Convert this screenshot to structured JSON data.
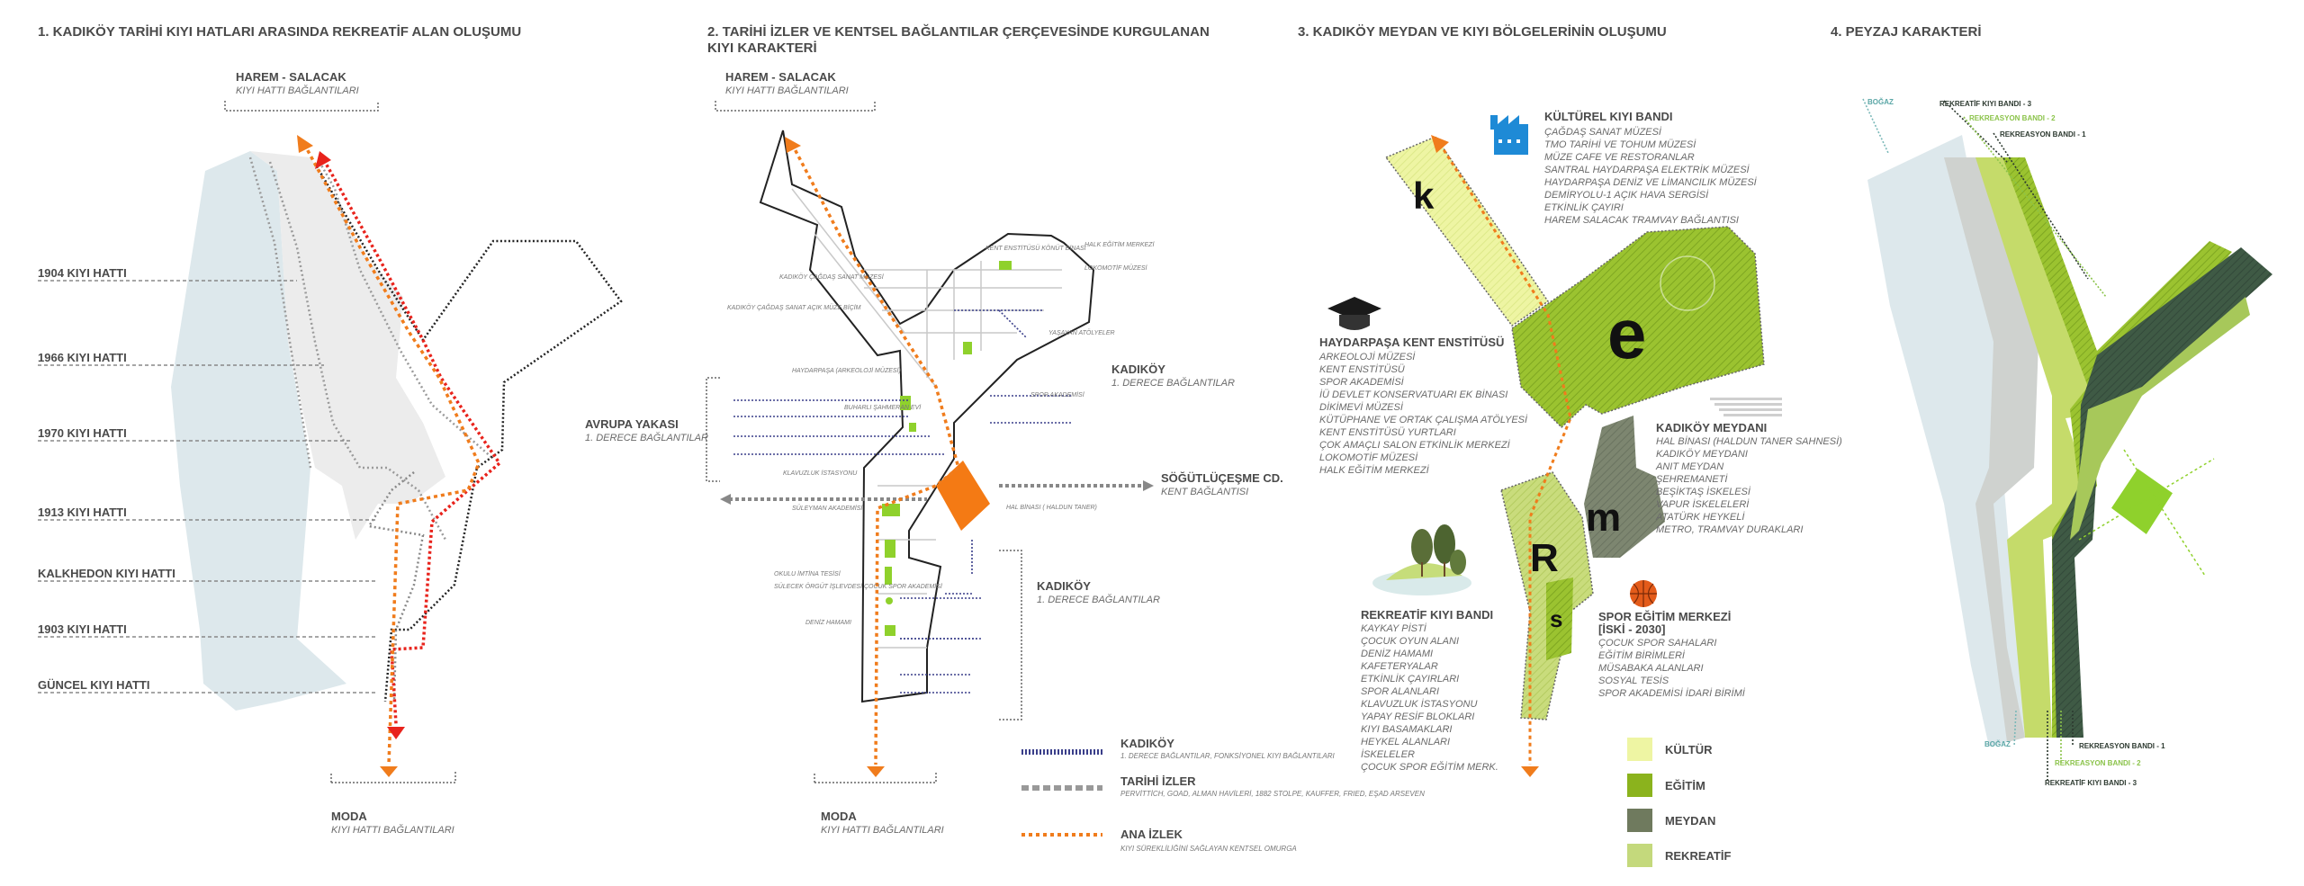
{
  "panels": {
    "p1": {
      "title": "1. KADIKÖY TARİHİ KIYI HATLARI ARASINDA REKREATİF ALAN OLUŞUMU",
      "top": {
        "name": "HAREM - SALACAK",
        "sub": "KIYI HATTI BAĞLANTILARI"
      },
      "bottom": {
        "name": "MODA",
        "sub": "KIYI HATTI BAĞLANTILARI"
      },
      "left": {
        "name": "AVRUPA YAKASI",
        "sub": "1. DERECE BAĞLANTILAR"
      },
      "lines": [
        "1904 KIYI HATTI",
        "1966 KIYI HATTI",
        "1970 KIYI HATTI",
        "1913 KIYI HATTI",
        "KALKHEDON KIYI HATTI",
        "1903 KIYI HATTI",
        "GÜNCEL KIYI HATTI"
      ]
    },
    "p2": {
      "title_line1": "2. TARİHİ İZLER  VE KENTSEL BAĞLANTILAR ÇERÇEVESİNDE KURGULANAN",
      "title_line2": "KIYI KARAKTERİ",
      "top": {
        "name": "HAREM - SALACAK",
        "sub": "KIYI HATTI BAĞLANTILARI"
      },
      "bottom": {
        "name": "MODA",
        "sub": "KIYI HATTI BAĞLANTILARI"
      },
      "kadikoy_top": {
        "name": "KADIKÖY",
        "sub": "1. DERECE BAĞLANTILAR"
      },
      "kadikoy_bottom": {
        "name": "KADIKÖY",
        "sub": "1. DERECE BAĞLANTILAR"
      },
      "sogutlucesme": {
        "name": "SÖĞÜTLÜÇEŞME CD.",
        "sub": "KENT BAĞLANTISI"
      },
      "tiny_labels": [
        "KENT ENSTİTÜSÜ KÖNÜT BİNASI",
        "HALK EĞİTİM MERKEZİ",
        "LOKOMOTİF MÜZESİ",
        "KADIKÖY ÇAĞDAŞ SANAT MÜZESİ",
        "KADIKÖY ÇAĞDAŞ SANAT AÇIK MÜZE BİÇİM",
        "YAŞAYAN ATÖLYELER",
        "HAYDARPAŞA (ARKEOLOJİ MÜZESİ)",
        "BUHARLI ŞAHMERAN EVİ",
        "SPOR AKADEMİSİ",
        "KLAVUZLUK İSTASYONU",
        "HAL BİNASI ( HALDUN TANER)",
        "SÜLEYMAN AKADEMİSİ",
        "OKULU İMTİNA TESİSİ",
        "SÜLECEK ÖRGÜT İŞLEVDESİ ÇOCUK SPOR AKADEMİSİ",
        "DENİZ HAMAMI"
      ],
      "legend": [
        {
          "name": "KADIKÖY",
          "sub": "1. DERECE BAĞLANTILAR, FONKSİYONEL KIYI BAĞLANTILARI"
        },
        {
          "name": "TARİHİ İZLER",
          "sub": "PERVİTTİCH, GOAD, ALMAN HAVİLERİ, 1882 STOLPE, KAUFFER, FRIED, EŞAD ARSEVEN"
        },
        {
          "name": "ANA İZLEK",
          "sub": "KIYI SÜREKLİLİĞİNİ SAĞLAYAN KENTSEL OMURGA"
        }
      ]
    },
    "p3": {
      "title": "3. KADIKÖY MEYDAN VE KIYI BÖLGELERİNİN OLUŞUMU",
      "letters": [
        "k",
        "e",
        "m",
        "R",
        "s"
      ],
      "kulturel": {
        "name": "KÜLTÜREL KIYI BANDI",
        "items": [
          "ÇAĞDAŞ SANAT MÜZESİ",
          "TMO TARİHİ VE TOHUM MÜZESİ",
          "MÜZE CAFE VE RESTORANLAR",
          "SANTRAL HAYDARPAŞA ELEKTRİK MÜZESİ",
          "HAYDARPAŞA DENİZ VE LİMANCILIK MÜZESİ",
          "DEMİRYOLU-1 AÇIK HAVA SERGİSİ",
          "ETKİNLİK ÇAYIRI",
          "HAREM SALACAK TRAMVAY BAĞLANTISI"
        ]
      },
      "haydarpasa": {
        "name": "HAYDARPAŞA KENT ENSTİTÜSÜ",
        "items": [
          "ARKEOLOJİ MÜZESİ",
          "KENT ENSTİTÜSÜ",
          "SPOR AKADEMİSİ",
          "İÜ DEVLET KONSERVATUARI EK BİNASI",
          "DİKİMEVİ MÜZESİ",
          "KÜTÜPHANE VE ORTAK ÇALIŞMA ATÖLYESİ",
          "KENT ENSTİTÜSÜ YURTLARI",
          "ÇOK AMAÇLI SALON ETKİNLİK MERKEZİ",
          "LOKOMOTİF MÜZESİ",
          "HALK EĞİTİM MERKEZİ"
        ]
      },
      "meydan": {
        "name": "KADIKÖY MEYDANI",
        "items": [
          "HAL BİNASI (HALDUN TANER SAHNESİ)",
          "KADIKÖY MEYDANI",
          "ANIT MEYDAN",
          "ŞEHREMANETİ",
          "BEŞİKTAŞ İSKELESİ",
          "VAPUR İSKELELERİ",
          "ATATÜRK HEYKELİ",
          "METRO, TRAMVAY DURAKLARI"
        ]
      },
      "rekreatif": {
        "name": "REKREATİF KIYI BANDI",
        "items": [
          "KAYKAY PİSTİ",
          "ÇOCUK OYUN ALANI",
          "DENİZ HAMAMI",
          "KAFETERYALAR",
          "ETKİNLİK ÇAYIRLARI",
          "SPOR ALANLARI",
          "KLAVUZLUK İSTASYONU",
          "YAPAY RESİF BLOKLARI",
          "KIYI BASAMAKLARI",
          "HEYKEL ALANLARI",
          "İSKELELER",
          "ÇOCUK SPOR EĞİTİM MERK."
        ]
      },
      "spor": {
        "name1": "SPOR EĞİTİM MERKEZİ",
        "name2": "[İSKİ - 2030]",
        "items": [
          "ÇOCUK SPOR SAHALARI",
          "EĞİTİM BİRİMLERİ",
          "MÜSABAKA ALANLARI",
          "SOSYAL TESİS",
          "SPOR AKADEMİSİ İDARİ BİRİMİ"
        ]
      },
      "legend": [
        {
          "label": "KÜLTÜR",
          "color": "#eef5a3"
        },
        {
          "label": "EĞİTİM",
          "color": "#8bb31d"
        },
        {
          "label": "MEYDAN",
          "color": "#6f7a5e"
        },
        {
          "label": "REKREATİF",
          "color": "#c4d97c"
        }
      ]
    },
    "p4": {
      "title": "4. PEYZAJ KARAKTERİ",
      "bogaz_top": "BOĞAZ",
      "bogaz_bottom": "BOĞAZ",
      "top_labels": [
        {
          "text": "REKREATİF KIYI BANDI - 3",
          "color": "#2d3a30"
        },
        {
          "text": "REKREASYON BANDI - 2",
          "color": "#8bc34a"
        },
        {
          "text": "REKREASYON BANDI - 1",
          "color": "#2d3a30"
        }
      ],
      "bottom_labels": [
        {
          "text": "REKREASYON BANDI - 1",
          "color": "#2d3a30"
        },
        {
          "text": "REKREASYON BANDI - 2",
          "color": "#8bc34a"
        },
        {
          "text": "REKREATİF KIYI BANDI - 3",
          "color": "#2d3a30"
        }
      ]
    }
  }
}
